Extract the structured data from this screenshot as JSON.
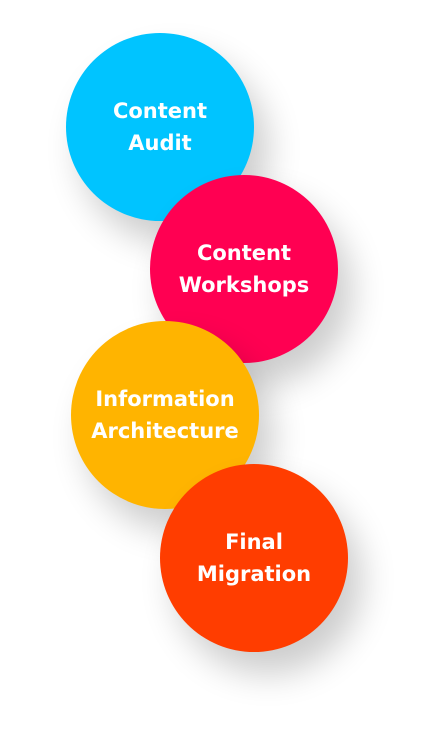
{
  "steps": [
    {
      "line1": "Content",
      "line2": "Audit",
      "color": "#00C4FF"
    },
    {
      "line1": "Content",
      "line2": "Workshops",
      "color": "#FF0052"
    },
    {
      "line1": "Information",
      "line2": "Architecture",
      "color": "#FFB400"
    },
    {
      "line1": "Final",
      "line2": "Migration",
      "color": "#FF3D00"
    }
  ]
}
